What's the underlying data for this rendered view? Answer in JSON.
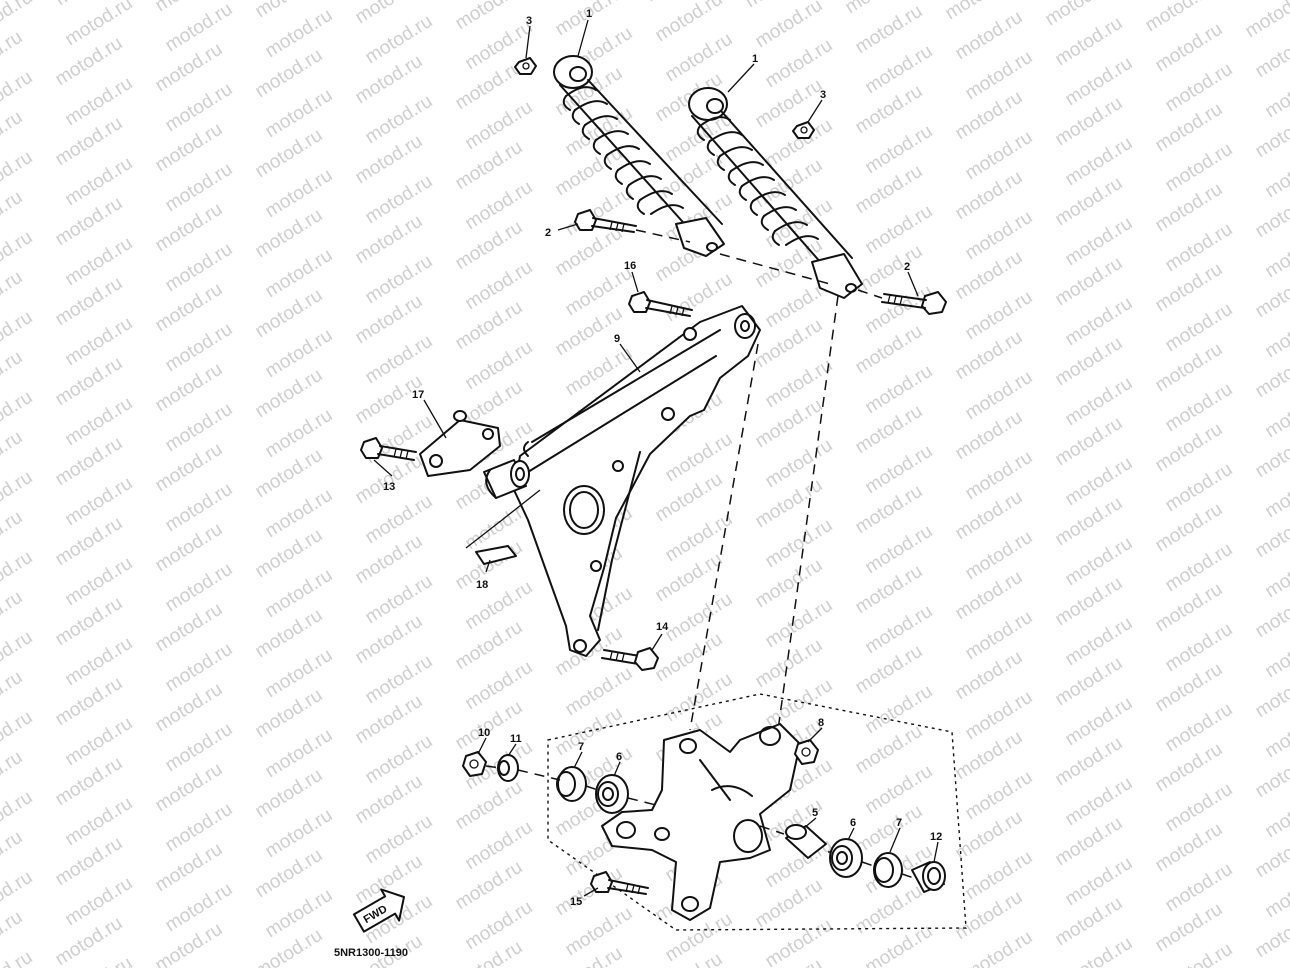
{
  "diagram": {
    "drawing_code": "5NR1300-1190",
    "watermark_text": "motod.ru",
    "fwd_marker": "FWD",
    "callouts": [
      "1",
      "1",
      "2",
      "2",
      "3",
      "3",
      "5",
      "6",
      "6",
      "7",
      "7",
      "8",
      "9",
      "10",
      "11",
      "12",
      "13",
      "14",
      "15",
      "16",
      "17",
      "18"
    ]
  }
}
